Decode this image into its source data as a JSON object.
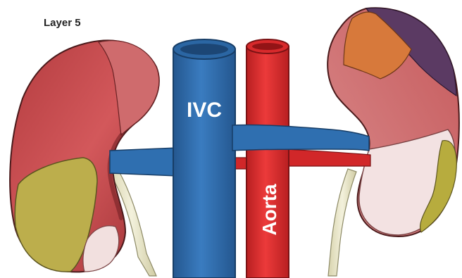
{
  "diagram": {
    "layer_label": "Layer 5",
    "vessels": {
      "ivc_label": "IVC",
      "aorta_label": "Aorta"
    },
    "colors": {
      "vein_blue": "#2f6fb0",
      "vein_blue_dark": "#1f4f86",
      "artery_red": "#e0282a",
      "artery_red_dark": "#a81a1c",
      "kidney_red": "#c8474a",
      "kidney_dark": "#8e2a2c",
      "kidney_pink": "#d88a8a",
      "cortex_yellow": "#bdb04a",
      "orange_region": "#d9793a",
      "purple_region": "#5b3a63",
      "pale_region": "#f3e2e2",
      "ureter": "#e9e6c8"
    }
  }
}
